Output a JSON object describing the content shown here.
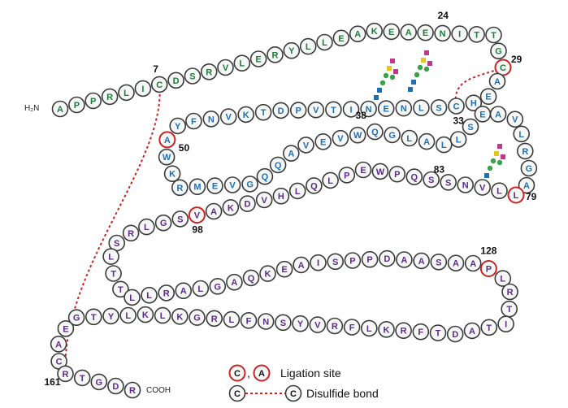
{
  "colors": {
    "seg1": "#1f7a3a",
    "seg2": "#1f6fb2",
    "seg3": "#5b2a8a",
    "fill": "#f4f7f6",
    "ring": "#3a3a3a",
    "ligation": "#cc2222",
    "disulfide": "#cc2222",
    "glycan_blue": "#1f6fb2",
    "glycan_green": "#3aa04a",
    "glycan_yellow": "#e6c520",
    "glycan_pink": "#c2378b"
  },
  "terminals": {
    "n_term": "H₂N",
    "c_term": "COOH"
  },
  "residue_labels": [
    "7",
    "24",
    "29",
    "33",
    "38",
    "50",
    "79",
    "83",
    "98",
    "128",
    "161"
  ],
  "legend": {
    "ligation_c": "C",
    "sep": ",",
    "ligation_a": "A",
    "ligation_label": "Ligation site",
    "disulfide_c1": "C",
    "disulfide_c2": "C",
    "disulfide_label": "Disulfide bond"
  },
  "segments": [
    {
      "name": "s1",
      "color": "seg1",
      "residues": "APPRLICDSRVLERYLLEAKEAENITTGC"
    },
    {
      "name": "s2",
      "color": "seg2",
      "residues": "AEHCSLNENITVPDTKVNFYAWKRMEVGQQAVEVWQGLALLSEAVLRGA"
    },
    {
      "name": "s3",
      "color": "seg3",
      "residues": "LLVNSSQPWEPLQLHVDKAVSGLRSLTTLLRALGAQKEAISPPDAASAAPLRTITADTFRKLFRVYSNFLRGKLKLYTGEACRTGDR"
    }
  ],
  "ligation_sites": [
    29,
    50,
    79,
    98,
    128
  ]
}
